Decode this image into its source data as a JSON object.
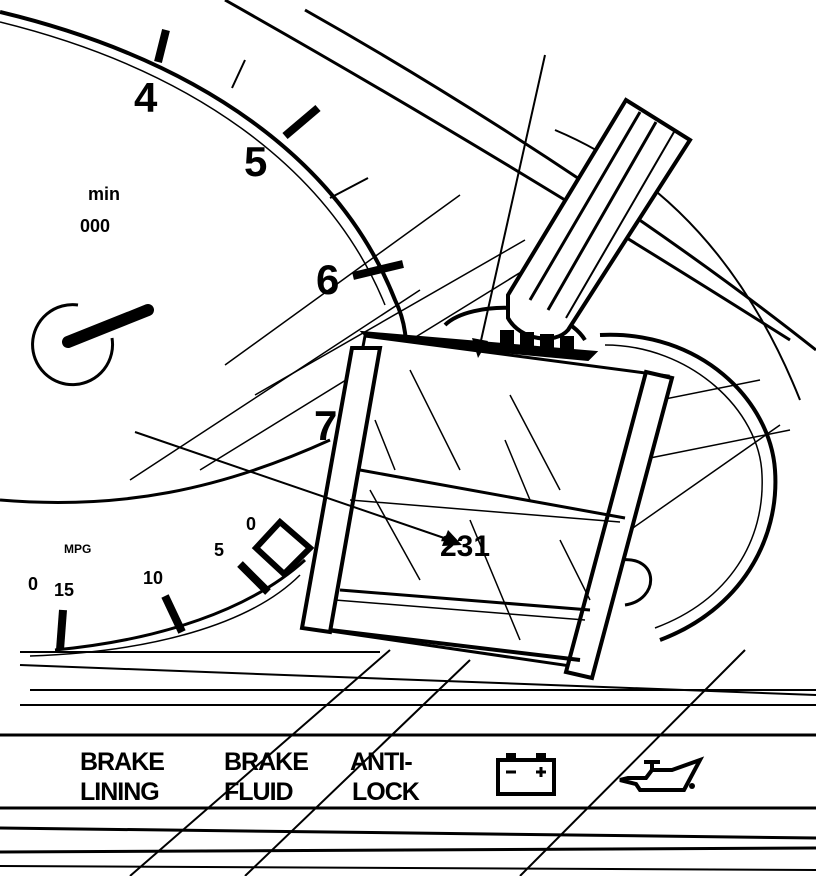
{
  "tachometer": {
    "numerals": [
      "4",
      "5",
      "6",
      "7"
    ],
    "unit_top": "min",
    "unit_bottom": "000"
  },
  "fuel_gauge": {
    "unit": "MPG",
    "outer_labels": [
      "0",
      "5",
      "10",
      "15"
    ],
    "inner_label": "0"
  },
  "lcd_readout": "231",
  "warning_lights": {
    "brake_lining_line1": "BRAKE",
    "brake_lining_line2": "LINING",
    "brake_fluid_line1": "BRAKE",
    "brake_fluid_line2": "FLUID",
    "antilock_line1": "ANTI-",
    "antilock_line2": "LOCK",
    "battery_icon": "battery-icon",
    "oil_icon": "oil-can-icon"
  }
}
